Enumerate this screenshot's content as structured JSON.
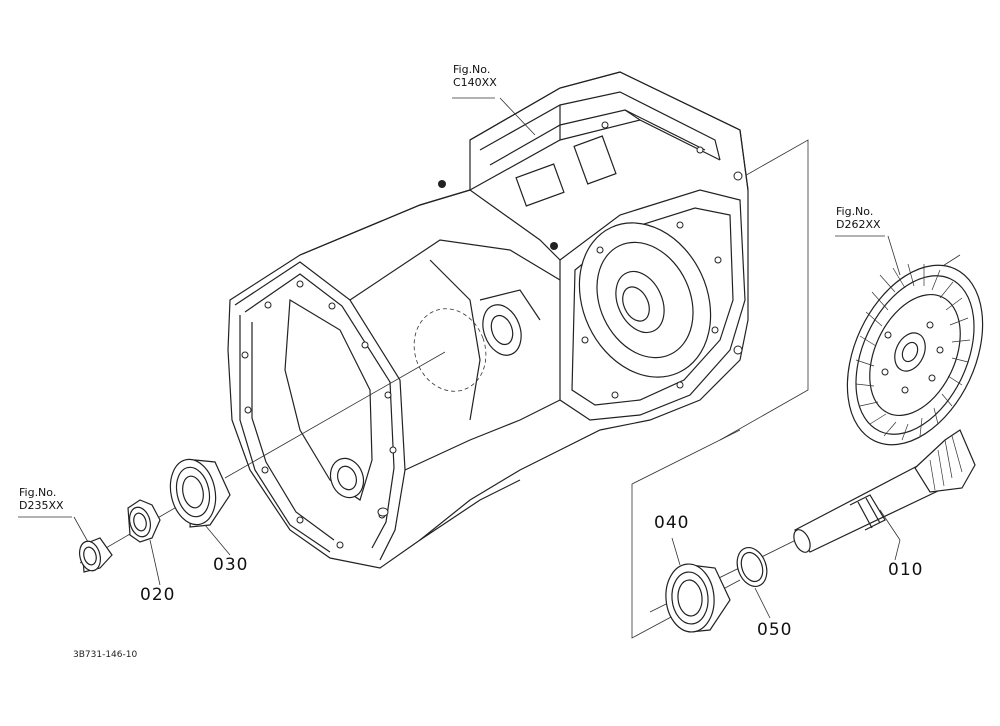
{
  "figure_refs": {
    "c140": {
      "line1": "Fig.No.",
      "line2": "C140XX"
    },
    "d262": {
      "line1": "Fig.No.",
      "line2": "D262XX"
    },
    "d235": {
      "line1": "Fig.No.",
      "line2": "D235XX"
    }
  },
  "parts": {
    "p010": "010",
    "p020": "020",
    "p030": "030",
    "p040": "040",
    "p050": "050"
  },
  "drawing_code": "3B731-146-10"
}
